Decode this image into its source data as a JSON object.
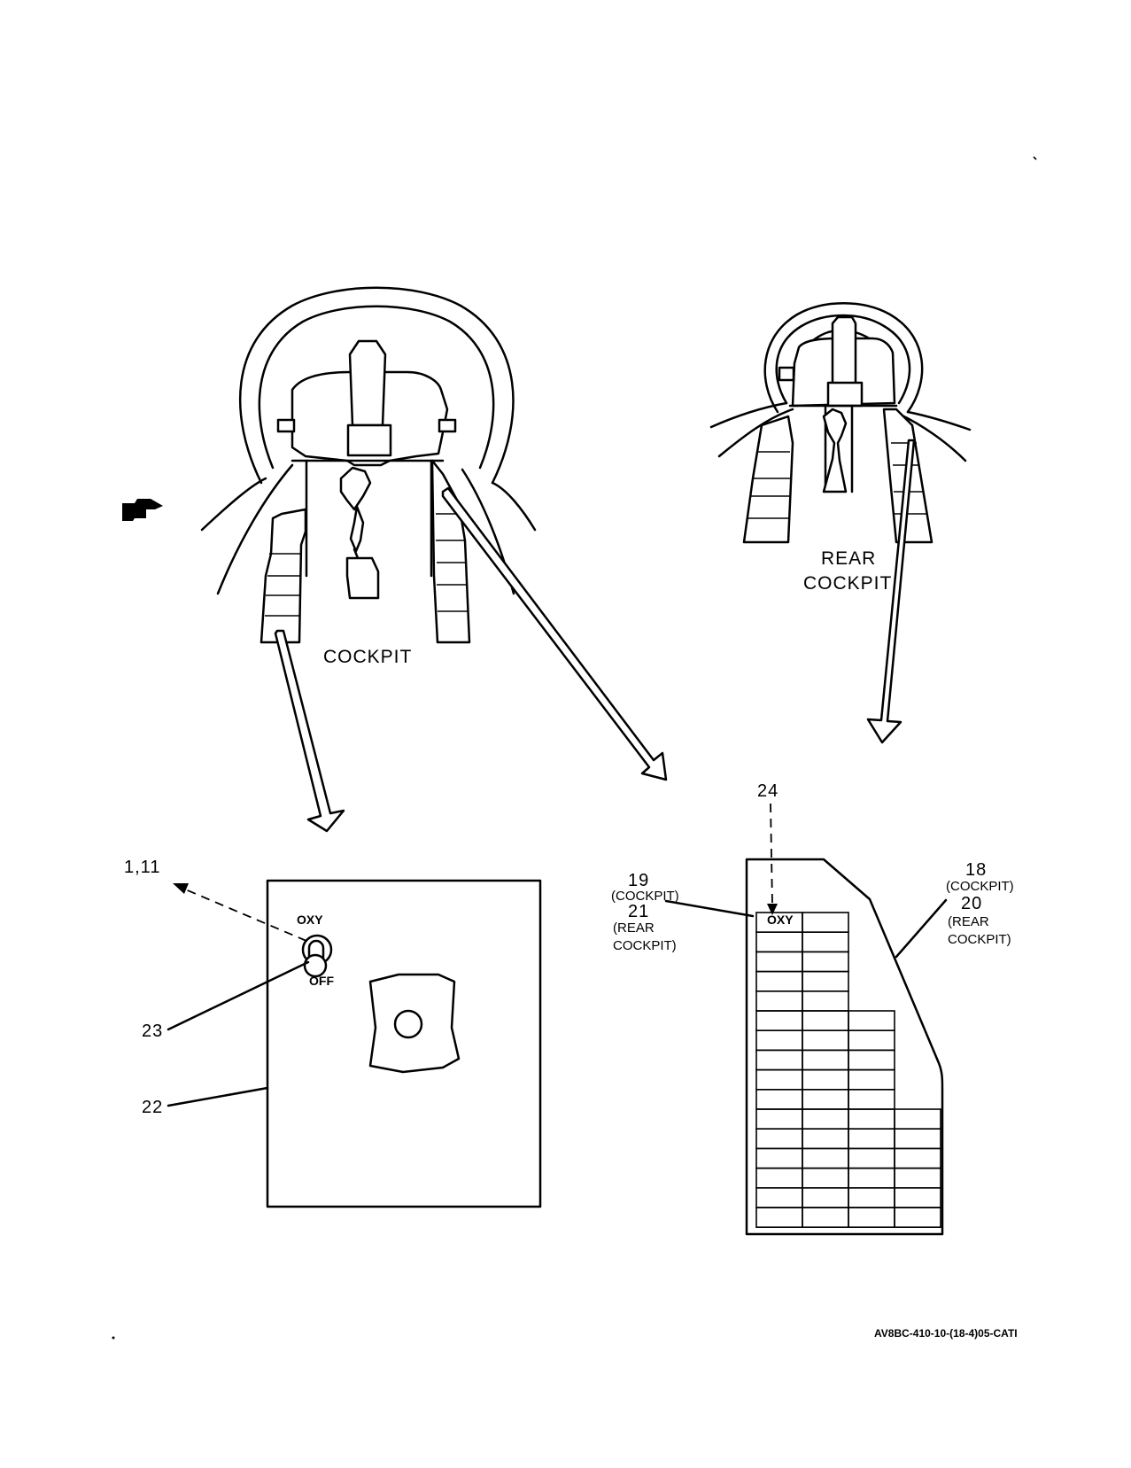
{
  "labels": {
    "cockpit": "COCKPIT",
    "rear_cockpit_1": "REAR",
    "rear_cockpit_2": "COCKPIT",
    "code": "AV8BC-410-10-(18-4)05-CATI"
  },
  "callouts": {
    "c1_11": "1,11",
    "c22": "22",
    "c23": "23",
    "c24": "24",
    "c19": "19",
    "c21": "21",
    "c18": "18",
    "c20": "20",
    "left_cockpit": "(COCKPIT)",
    "left_rear_1": "(REAR",
    "left_rear_2": "COCKPIT)",
    "right_cockpit": "(COCKPIT)",
    "right_rear_1": "(REAR",
    "right_rear_2": "COCKPIT)"
  },
  "panel": {
    "switch_on": "OXY",
    "switch_off": "OFF"
  },
  "breaker_panel": {
    "first_cell": "OXY"
  }
}
